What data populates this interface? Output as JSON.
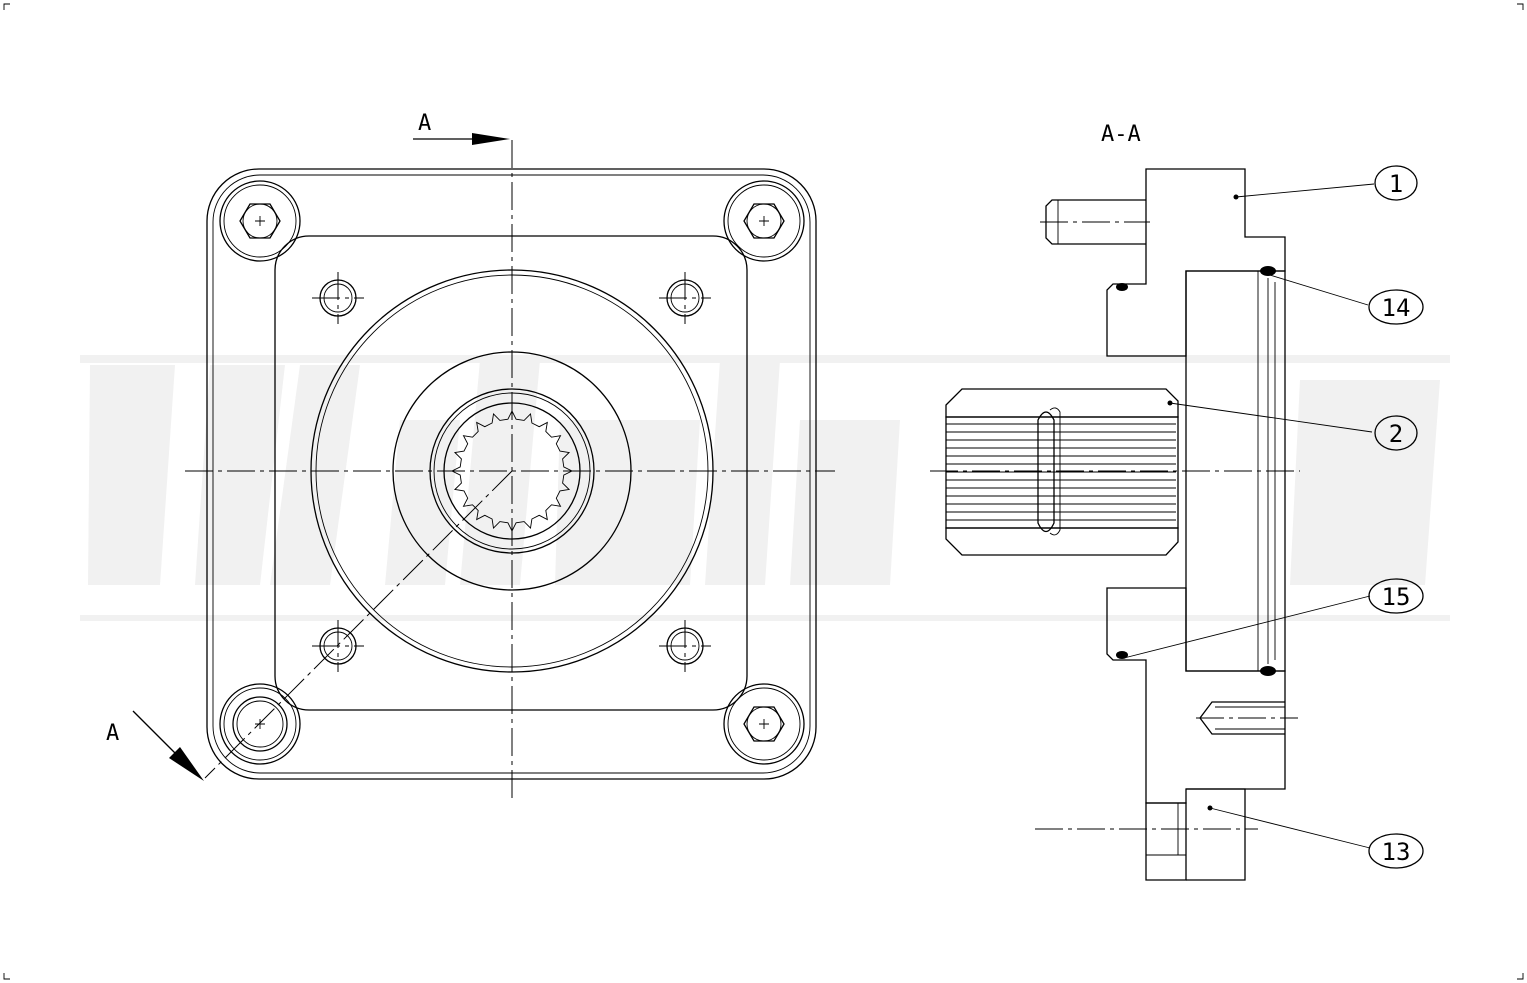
{
  "drawing": {
    "section_mark": "A",
    "section_title": "A-A",
    "balloons": [
      "1",
      "14",
      "2",
      "15",
      "13"
    ]
  },
  "colors": {
    "line": "#000000",
    "watermark": "#f1f1f1"
  }
}
